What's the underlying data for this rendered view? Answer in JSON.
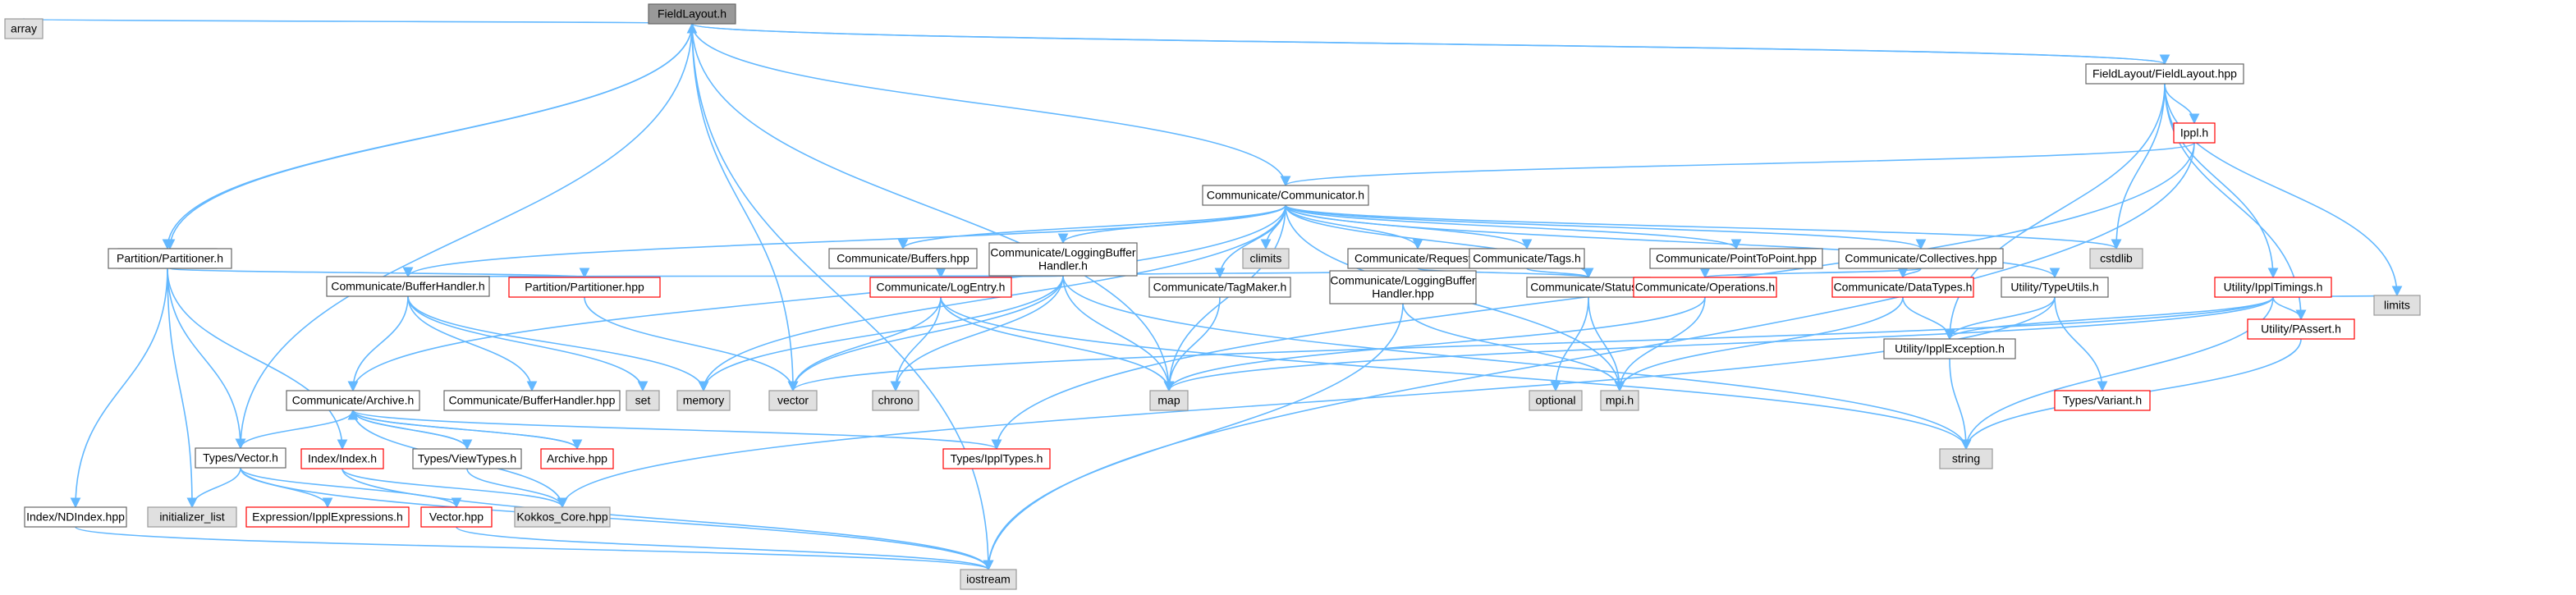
{
  "colors": {
    "edge": "#63b8ff",
    "default_fill": "#ffffff",
    "default_stroke": "#666666",
    "root_fill": "#999999",
    "root_stroke": "#666666",
    "system_fill": "#e0e0e0",
    "system_stroke": "#999999",
    "truncated_stroke": "#ff0000",
    "text": "#000000"
  },
  "nodes": [
    {
      "id": "fieldlayout_h",
      "lines": [
        "FieldLayout.h"
      ],
      "kind": "root"
    },
    {
      "id": "array",
      "lines": [
        "array"
      ],
      "kind": "system"
    },
    {
      "id": "index_ndindex_h",
      "lines": [
        "Index/NDIndex.h"
      ],
      "kind": "normal"
    },
    {
      "id": "partition_partitioner_h",
      "lines": [
        "Partition/Partitioner.h"
      ],
      "kind": "normal"
    },
    {
      "id": "types_vector_h",
      "lines": [
        "Types/Vector.h"
      ],
      "kind": "normal"
    },
    {
      "id": "vector",
      "lines": [
        "vector"
      ],
      "kind": "system"
    },
    {
      "id": "map",
      "lines": [
        "map"
      ],
      "kind": "system"
    },
    {
      "id": "communicate_communicator_h",
      "lines": [
        "Communicate/Communicator.h"
      ],
      "kind": "normal"
    },
    {
      "id": "fieldlayout_fieldlayout_hpp",
      "lines": [
        "FieldLayout/FieldLayout.hpp"
      ],
      "kind": "normal"
    },
    {
      "id": "iostream",
      "lines": [
        "iostream"
      ],
      "kind": "system"
    },
    {
      "id": "ippl_h",
      "lines": [
        "Ippl.h"
      ],
      "kind": "truncated"
    },
    {
      "id": "cstdlib",
      "lines": [
        "cstdlib"
      ],
      "kind": "system"
    },
    {
      "id": "limits",
      "lines": [
        "limits"
      ],
      "kind": "system"
    },
    {
      "id": "utility_ippltimings_h",
      "lines": [
        "Utility/IpplTimings.h"
      ],
      "kind": "truncated"
    },
    {
      "id": "utility_pAssert_h",
      "lines": [
        "Utility/PAssert.h"
      ],
      "kind": "truncated"
    },
    {
      "id": "utility_ipplexception_h",
      "lines": [
        "Utility/IpplException.h"
      ],
      "kind": "normal"
    },
    {
      "id": "types_ippltypes_h",
      "lines": [
        "Types/IpplTypes.h"
      ],
      "kind": "truncated"
    },
    {
      "id": "string",
      "lines": [
        "string"
      ],
      "kind": "system"
    },
    {
      "id": "communicate_buffers_hpp",
      "lines": [
        "Communicate/Buffers.hpp"
      ],
      "kind": "normal"
    },
    {
      "id": "communicate_loggingbufferhandler_h",
      "lines": [
        "Communicate/LoggingBuffer",
        "Handler.h"
      ],
      "kind": "normal"
    },
    {
      "id": "climits",
      "lines": [
        "climits"
      ],
      "kind": "system"
    },
    {
      "id": "communicate_request_h",
      "lines": [
        "Communicate/Request.h"
      ],
      "kind": "normal"
    },
    {
      "id": "communicate_tags_h",
      "lines": [
        "Communicate/Tags.h"
      ],
      "kind": "normal"
    },
    {
      "id": "communicate_pointtopoint_hpp",
      "lines": [
        "Communicate/PointToPoint.hpp"
      ],
      "kind": "normal"
    },
    {
      "id": "communicate_collectives_hpp",
      "lines": [
        "Communicate/Collectives.hpp"
      ],
      "kind": "normal"
    },
    {
      "id": "communicate_bufferhandler_h",
      "lines": [
        "Communicate/BufferHandler.h"
      ],
      "kind": "normal"
    },
    {
      "id": "partition_partitioner_hpp",
      "lines": [
        "Partition/Partitioner.hpp"
      ],
      "kind": "truncated"
    },
    {
      "id": "communicate_logentry_h",
      "lines": [
        "Communicate/LogEntry.h"
      ],
      "kind": "truncated"
    },
    {
      "id": "communicate_tagmaker_h",
      "lines": [
        "Communicate/TagMaker.h"
      ],
      "kind": "normal"
    },
    {
      "id": "communicate_loggingbufferhandler_hpp",
      "lines": [
        "Communicate/LoggingBuffer",
        "Handler.hpp"
      ],
      "kind": "normal"
    },
    {
      "id": "communicate_status_h",
      "lines": [
        "Communicate/Status.h"
      ],
      "kind": "normal"
    },
    {
      "id": "communicate_operations_h",
      "lines": [
        "Communicate/Operations.h"
      ],
      "kind": "truncated"
    },
    {
      "id": "communicate_datatypes_h",
      "lines": [
        "Communicate/DataTypes.h"
      ],
      "kind": "truncated"
    },
    {
      "id": "utility_typeutils_h",
      "lines": [
        "Utility/TypeUtils.h"
      ],
      "kind": "normal"
    },
    {
      "id": "set",
      "lines": [
        "set"
      ],
      "kind": "system"
    },
    {
      "id": "memory",
      "lines": [
        "memory"
      ],
      "kind": "system"
    },
    {
      "id": "chrono",
      "lines": [
        "chrono"
      ],
      "kind": "system"
    },
    {
      "id": "optional",
      "lines": [
        "optional"
      ],
      "kind": "system"
    },
    {
      "id": "mpi_h",
      "lines": [
        "mpi.h"
      ],
      "kind": "system"
    },
    {
      "id": "types_variant_h",
      "lines": [
        "Types/Variant.h"
      ],
      "kind": "truncated"
    },
    {
      "id": "communicate_archive_h",
      "lines": [
        "Communicate/Archive.h"
      ],
      "kind": "normal"
    },
    {
      "id": "communicate_bufferhandler_hpp",
      "lines": [
        "Communicate/BufferHandler.hpp"
      ],
      "kind": "normal"
    },
    {
      "id": "index_index_h",
      "lines": [
        "Index/Index.h"
      ],
      "kind": "truncated"
    },
    {
      "id": "types_viewtypes_h",
      "lines": [
        "Types/ViewTypes.h"
      ],
      "kind": "normal"
    },
    {
      "id": "archive_hpp",
      "lines": [
        "Archive.hpp"
      ],
      "kind": "truncated"
    },
    {
      "id": "initializer_list",
      "lines": [
        "initializer_list"
      ],
      "kind": "system"
    },
    {
      "id": "expression_ipplexpressions_h",
      "lines": [
        "Expression/IpplExpressions.h"
      ],
      "kind": "truncated"
    },
    {
      "id": "vector_hpp",
      "lines": [
        "Vector.hpp"
      ],
      "kind": "truncated"
    },
    {
      "id": "kokkos_core_hpp",
      "lines": [
        "Kokkos_Core.hpp"
      ],
      "kind": "system"
    },
    {
      "id": "index_ndindex_hpp",
      "lines": [
        "Index/NDIndex.hpp"
      ],
      "kind": "normal"
    }
  ],
  "edges": [
    [
      "fieldlayout_h",
      "array"
    ],
    [
      "fieldlayout_h",
      "index_ndindex_h"
    ],
    [
      "fieldlayout_h",
      "partition_partitioner_h"
    ],
    [
      "fieldlayout_h",
      "types_vector_h"
    ],
    [
      "fieldlayout_h",
      "vector"
    ],
    [
      "fieldlayout_h",
      "map"
    ],
    [
      "fieldlayout_h",
      "communicate_communicator_h"
    ],
    [
      "fieldlayout_h",
      "fieldlayout_fieldlayout_hpp"
    ],
    [
      "fieldlayout_h",
      "iostream"
    ],
    [
      "fieldlayout_fieldlayout_hpp",
      "fieldlayout_h"
    ],
    [
      "fieldlayout_fieldlayout_hpp",
      "ippl_h"
    ],
    [
      "fieldlayout_fieldlayout_hpp",
      "cstdlib"
    ],
    [
      "fieldlayout_fieldlayout_hpp",
      "limits"
    ],
    [
      "fieldlayout_fieldlayout_hpp",
      "utility_ippltimings_h"
    ],
    [
      "fieldlayout_fieldlayout_hpp",
      "utility_pAssert_h"
    ],
    [
      "fieldlayout_fieldlayout_hpp",
      "utility_ipplexception_h"
    ],
    [
      "ippl_h",
      "communicate_communicator_h"
    ],
    [
      "ippl_h",
      "types_ippltypes_h"
    ],
    [
      "ippl_h",
      "iostream"
    ],
    [
      "communicate_communicator_h",
      "communicate_buffers_hpp"
    ],
    [
      "communicate_communicator_h",
      "communicate_loggingbufferhandler_h"
    ],
    [
      "communicate_communicator_h",
      "climits"
    ],
    [
      "communicate_communicator_h",
      "communicate_request_h"
    ],
    [
      "communicate_communicator_h",
      "communicate_tags_h"
    ],
    [
      "communicate_communicator_h",
      "communicate_pointtopoint_hpp"
    ],
    [
      "communicate_communicator_h",
      "communicate_collectives_hpp"
    ],
    [
      "communicate_communicator_h",
      "cstdlib"
    ],
    [
      "communicate_communicator_h",
      "communicate_bufferhandler_h"
    ],
    [
      "communicate_communicator_h",
      "communicate_archive_h"
    ],
    [
      "communicate_communicator_h",
      "memory"
    ],
    [
      "communicate_communicator_h",
      "map"
    ],
    [
      "communicate_communicator_h",
      "communicate_tagmaker_h"
    ],
    [
      "communicate_communicator_h",
      "communicate_status_h"
    ],
    [
      "communicate_communicator_h",
      "utility_typeutils_h"
    ],
    [
      "communicate_communicator_h",
      "mpi_h"
    ],
    [
      "communicate_loggingbufferhandler_h",
      "communicate_bufferhandler_h"
    ],
    [
      "communicate_loggingbufferhandler_h",
      "communicate_logentry_h"
    ],
    [
      "communicate_loggingbufferhandler_h",
      "communicate_loggingbufferhandler_hpp"
    ],
    [
      "communicate_loggingbufferhandler_h",
      "memory"
    ],
    [
      "communicate_loggingbufferhandler_h",
      "vector"
    ],
    [
      "communicate_loggingbufferhandler_h",
      "map"
    ],
    [
      "communicate_loggingbufferhandler_h",
      "chrono"
    ],
    [
      "communicate_loggingbufferhandler_h",
      "string"
    ],
    [
      "communicate_request_h",
      "communicate_status_h"
    ],
    [
      "communicate_tags_h",
      "communicate_status_h"
    ],
    [
      "communicate_collectives_hpp",
      "communicate_operations_h"
    ],
    [
      "communicate_collectives_hpp",
      "communicate_datatypes_h"
    ],
    [
      "communicate_status_h",
      "optional"
    ],
    [
      "communicate_status_h",
      "mpi_h"
    ],
    [
      "communicate_operations_h",
      "map"
    ],
    [
      "communicate_operations_h",
      "mpi_h"
    ],
    [
      "communicate_datatypes_h",
      "mpi_h"
    ],
    [
      "communicate_datatypes_h",
      "utility_ipplexception_h"
    ],
    [
      "utility_typeutils_h",
      "types_variant_h"
    ],
    [
      "utility_typeutils_h",
      "utility_ipplexception_h"
    ],
    [
      "utility_typeutils_h",
      "kokkos_core_hpp"
    ],
    [
      "utility_ippltimings_h",
      "utility_ipplexception_h"
    ],
    [
      "utility_ippltimings_h",
      "utility_pAssert_h"
    ],
    [
      "utility_ippltimings_h",
      "limits"
    ],
    [
      "utility_ippltimings_h",
      "string"
    ],
    [
      "utility_ippltimings_h",
      "map"
    ],
    [
      "utility_ippltimings_h",
      "vector"
    ],
    [
      "utility_pAssert_h",
      "string"
    ],
    [
      "utility_ipplexception_h",
      "string"
    ],
    [
      "communicate_logentry_h",
      "vector"
    ],
    [
      "communicate_logentry_h",
      "chrono"
    ],
    [
      "communicate_logentry_h",
      "map"
    ],
    [
      "communicate_logentry_h",
      "string"
    ],
    [
      "communicate_tagmaker_h",
      "map"
    ],
    [
      "communicate_loggingbufferhandler_hpp",
      "mpi_h"
    ],
    [
      "communicate_loggingbufferhandler_hpp",
      "iostream"
    ],
    [
      "communicate_bufferhandler_h",
      "communicate_archive_h"
    ],
    [
      "communicate_bufferhandler_h",
      "communicate_bufferhandler_hpp"
    ],
    [
      "communicate_bufferhandler_h",
      "set"
    ],
    [
      "communicate_bufferhandler_h",
      "memory"
    ],
    [
      "communicate_archive_h",
      "types_vector_h"
    ],
    [
      "communicate_archive_h",
      "types_viewtypes_h"
    ],
    [
      "communicate_archive_h",
      "archive_hpp"
    ],
    [
      "communicate_archive_h",
      "types_ippltypes_h"
    ],
    [
      "communicate_archive_h",
      "kokkos_core_hpp"
    ],
    [
      "archive_hpp",
      "communicate_archive_h"
    ],
    [
      "types_viewtypes_h",
      "communicate_archive_h"
    ],
    [
      "types_viewtypes_h",
      "kokkos_core_hpp"
    ],
    [
      "partition_partitioner_h",
      "index_ndindex_h"
    ],
    [
      "partition_partitioner_h",
      "partition_partitioner_hpp"
    ],
    [
      "partition_partitioner_hpp",
      "vector"
    ],
    [
      "index_ndindex_h",
      "types_vector_h"
    ],
    [
      "index_ndindex_h",
      "index_index_h"
    ],
    [
      "index_ndindex_h",
      "initializer_list"
    ],
    [
      "index_ndindex_h",
      "index_ndindex_hpp"
    ],
    [
      "index_index_h",
      "kokkos_core_hpp"
    ],
    [
      "index_index_h",
      "iostream"
    ],
    [
      "types_vector_h",
      "initializer_list"
    ],
    [
      "types_vector_h",
      "expression_ipplexpressions_h"
    ],
    [
      "types_vector_h",
      "vector_hpp"
    ],
    [
      "types_vector_h",
      "iostream"
    ],
    [
      "vector_hpp",
      "iostream"
    ],
    [
      "index_ndindex_hpp",
      "iostream"
    ]
  ]
}
